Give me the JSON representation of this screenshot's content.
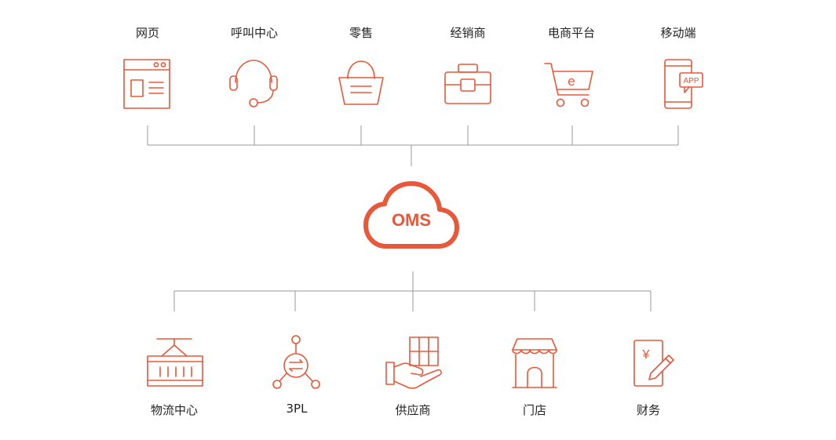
{
  "center": {
    "label": "OMS"
  },
  "colors": {
    "accent": "#e8583a",
    "line": "#999999",
    "text": "#222222"
  },
  "top_channels": [
    {
      "label": "网页",
      "icon": "webpage-icon"
    },
    {
      "label": "呼叫中心",
      "icon": "headset-icon"
    },
    {
      "label": "零售",
      "icon": "shopping-basket-icon"
    },
    {
      "label": "经销商",
      "icon": "briefcase-icon"
    },
    {
      "label": "电商平台",
      "icon": "shopping-cart-icon"
    },
    {
      "label": "移动端",
      "icon": "mobile-app-icon"
    }
  ],
  "mobile_badge": "APP",
  "cart_badge": "e",
  "bottom_nodes": [
    {
      "label": "物流中心",
      "icon": "container-icon"
    },
    {
      "label": "3PL",
      "icon": "third-party-network-icon"
    },
    {
      "label": "供应商",
      "icon": "supplier-hand-box-icon"
    },
    {
      "label": "门店",
      "icon": "storefront-icon"
    },
    {
      "label": "财务",
      "icon": "finance-document-icon"
    }
  ],
  "finance_symbol": "¥"
}
